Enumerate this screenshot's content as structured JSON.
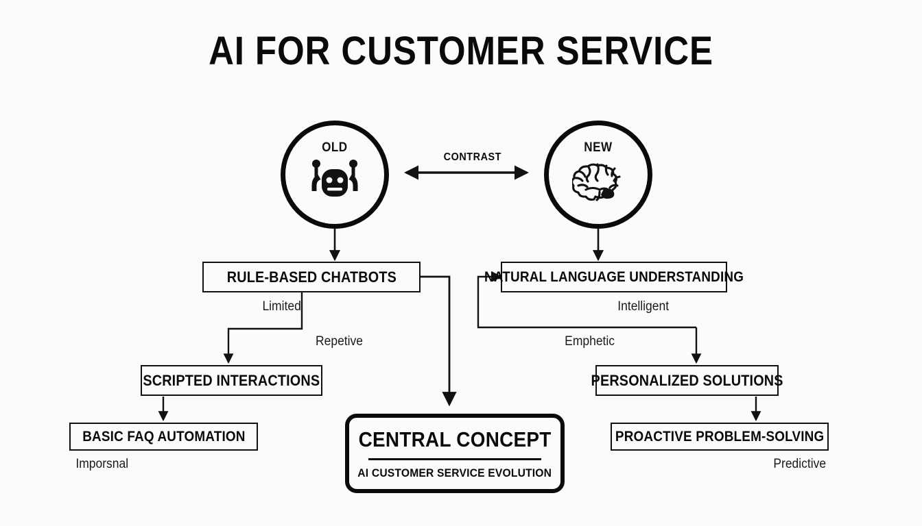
{
  "page": {
    "title": "AI FOR CUSTOMER SERVICE",
    "background_color": "#fbfbfa",
    "ink_color": "#0a0a0a"
  },
  "diagram": {
    "type": "hierarchy-contrast-map",
    "contrast_arrow_label": "CONTRAST",
    "circles": [
      {
        "id": "old",
        "label": "OLD",
        "icon": "robot-icon"
      },
      {
        "id": "new",
        "label": "NEW",
        "icon": "brain-icon"
      }
    ],
    "boxes": [
      {
        "id": "rule-based-chatbots",
        "label": "RULE-BASED CHATBOTS",
        "caption": "Limited"
      },
      {
        "id": "natural-language-understanding",
        "label": "NATURAL LANGUAGE UNDERSTANDING",
        "caption": "Intelligent"
      },
      {
        "id": "scripted-interactions",
        "label": "SCRIPTED INTERACTIONS",
        "caption": "Repetive"
      },
      {
        "id": "personalized-solutions",
        "label": "PERSONALIZED SOLUTIONS",
        "caption": "Emphetic"
      },
      {
        "id": "basic-faq-automation",
        "label": "BASIC FAQ AUTOMATION",
        "caption": "Imporsnal"
      },
      {
        "id": "proactive-problem-solving",
        "label": "PROACTIVE PROBLEM-SOLVING",
        "caption": "Predictive"
      }
    ],
    "central": {
      "title": "CENTRAL CONCEPT",
      "subtitle": "AI CUSTOMER SERVICE EVOLUTION"
    },
    "edge_labels": {
      "limited": "Limited",
      "intelligent": "Intelligent",
      "repetive": "Repetive",
      "emphetic": "Emphetic",
      "imporsnal": "Imporsnal",
      "predictive": "Predictive"
    }
  }
}
